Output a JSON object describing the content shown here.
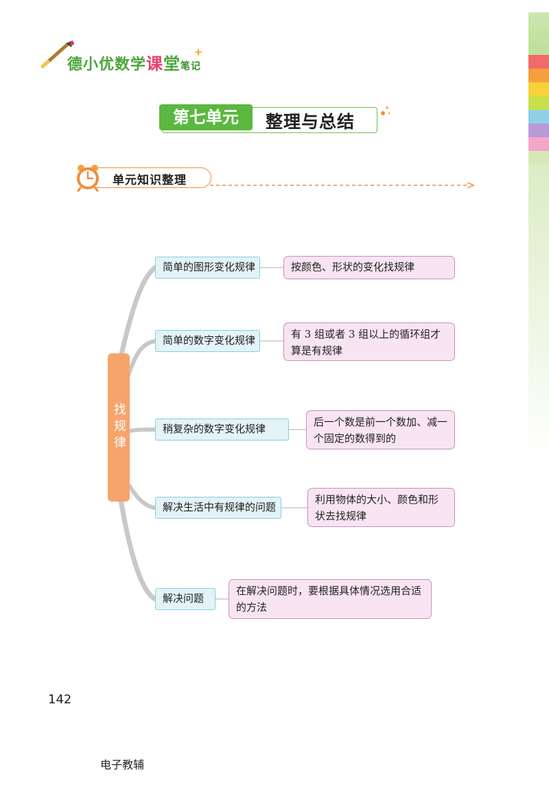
{
  "header": {
    "logo_part1": "德小优数学",
    "logo_part2": "课",
    "logo_part3": "堂",
    "logo_part4": "笔记"
  },
  "unit": {
    "label": "第七单元",
    "title": "整理与总结"
  },
  "section": {
    "title": "单元知识整理"
  },
  "mindmap": {
    "root": "找规律",
    "branches": [
      {
        "topic": "简单的图形变化规律",
        "detail": "按颜色、形状的变化找规律"
      },
      {
        "topic": "简单的数字变化规律",
        "detail": "有 3 组或者 3 组以上的循环组才算是有规律"
      },
      {
        "topic": "稍复杂的数字变化规律",
        "detail": "后一个数是前一个数加、减一个固定的数得到的"
      },
      {
        "topic": "解决生活中有规律的问题",
        "detail": "利用物体的大小、颜色和形状去找规律"
      },
      {
        "topic": "解决问题",
        "detail": "在解决问题时，要根据具体情况选用合适的方法"
      }
    ]
  },
  "page_number": "142",
  "footer": "电子教辅",
  "colors": {
    "green": "#5bb840",
    "orange": "#f08c3c",
    "root_fill": "#f6a46c",
    "topic_fill": "#e3f3f7",
    "topic_border": "#7fcfe0",
    "detail_fill": "#f8e5f1",
    "detail_border": "#c28fc0"
  }
}
